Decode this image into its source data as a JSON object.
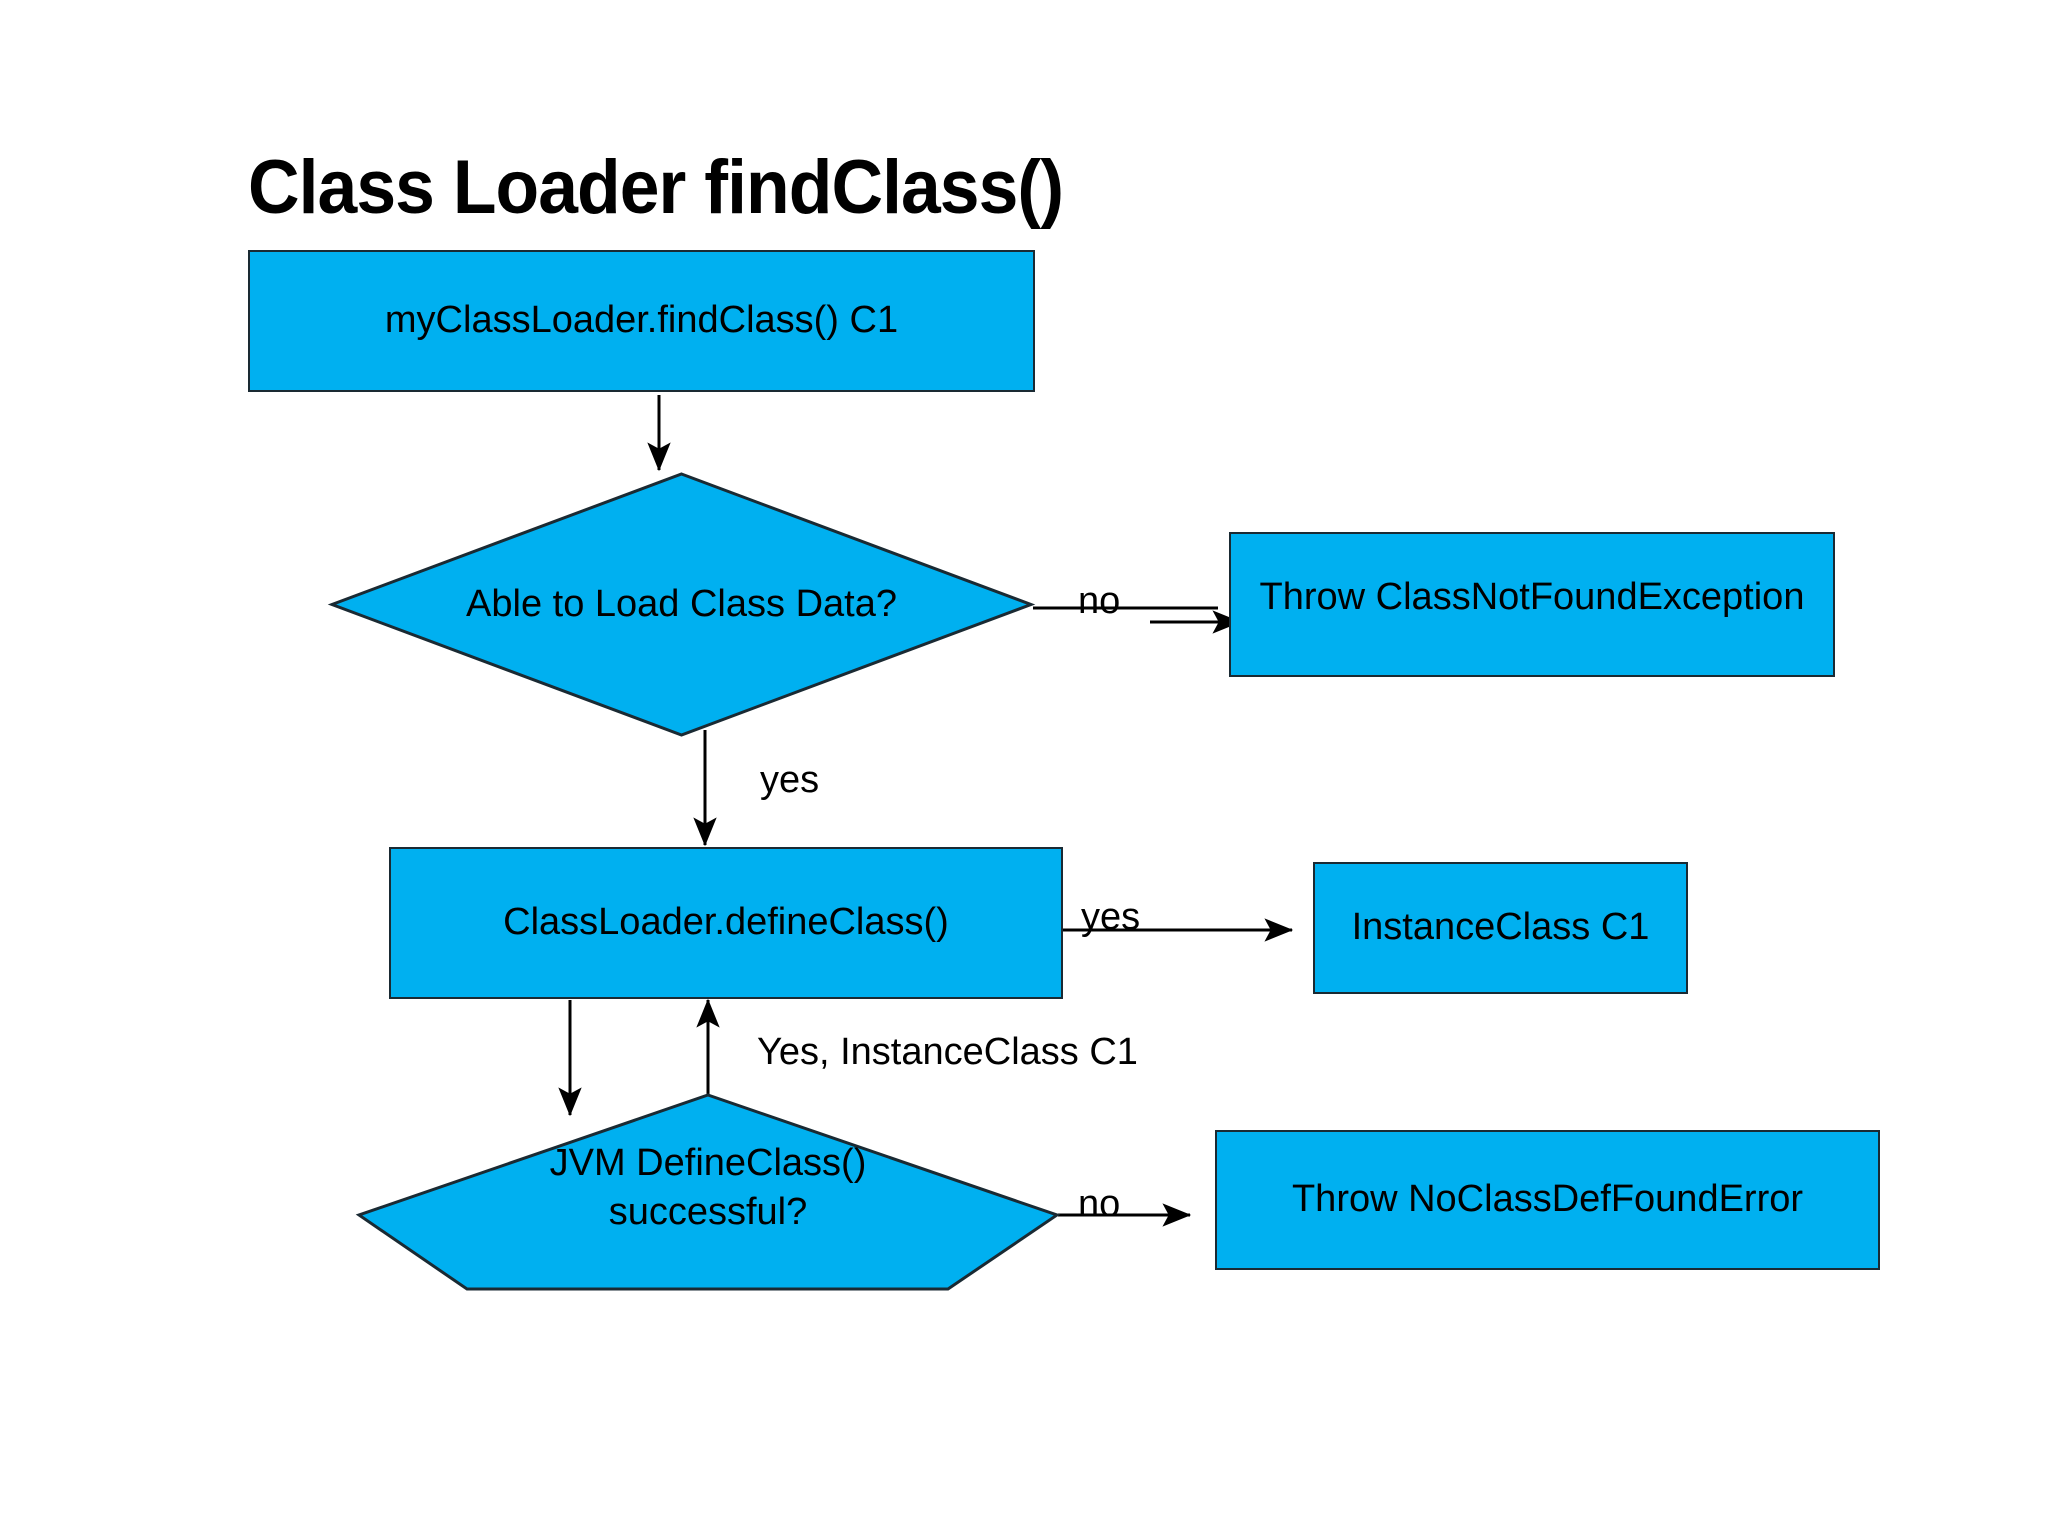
{
  "diagram": {
    "title": "Class Loader findClass()",
    "type": "flowchart",
    "colors": {
      "node_fill": "#00B0F0",
      "node_stroke": "#1a2a33",
      "text": "#000000",
      "background": "#ffffff",
      "connector": "#000000"
    },
    "nodes": [
      {
        "id": "find-class",
        "shape": "process",
        "label": "myClassLoader.findClass() C1"
      },
      {
        "id": "able-to-load",
        "shape": "decision",
        "label": "Able to Load Class Data?"
      },
      {
        "id": "throw-cnfe",
        "shape": "process",
        "label": "Throw ClassNotFoundException"
      },
      {
        "id": "define-class",
        "shape": "process",
        "label": "ClassLoader.defineClass()"
      },
      {
        "id": "instance-class",
        "shape": "process",
        "label": "InstanceClass C1"
      },
      {
        "id": "jvm-define-class",
        "shape": "decision",
        "label": "JVM DefineClass()\nsuccessful?"
      },
      {
        "id": "throw-ncdfe",
        "shape": "process",
        "label": "Throw NoClassDefFoundError"
      }
    ],
    "edges": [
      {
        "id": "e1",
        "from": "find-class",
        "to": "able-to-load",
        "label": ""
      },
      {
        "id": "e2",
        "from": "able-to-load",
        "to": "throw-cnfe",
        "label": "no"
      },
      {
        "id": "e3",
        "from": "able-to-load",
        "to": "define-class",
        "label": "yes"
      },
      {
        "id": "e4",
        "from": "define-class",
        "to": "instance-class",
        "label": "yes"
      },
      {
        "id": "e5",
        "from": "define-class",
        "to": "jvm-define-class",
        "label": ""
      },
      {
        "id": "e6",
        "from": "jvm-define-class",
        "to": "define-class",
        "label": "Yes, InstanceClass C1"
      },
      {
        "id": "e7",
        "from": "jvm-define-class",
        "to": "throw-ncdfe",
        "label": "no"
      }
    ]
  }
}
